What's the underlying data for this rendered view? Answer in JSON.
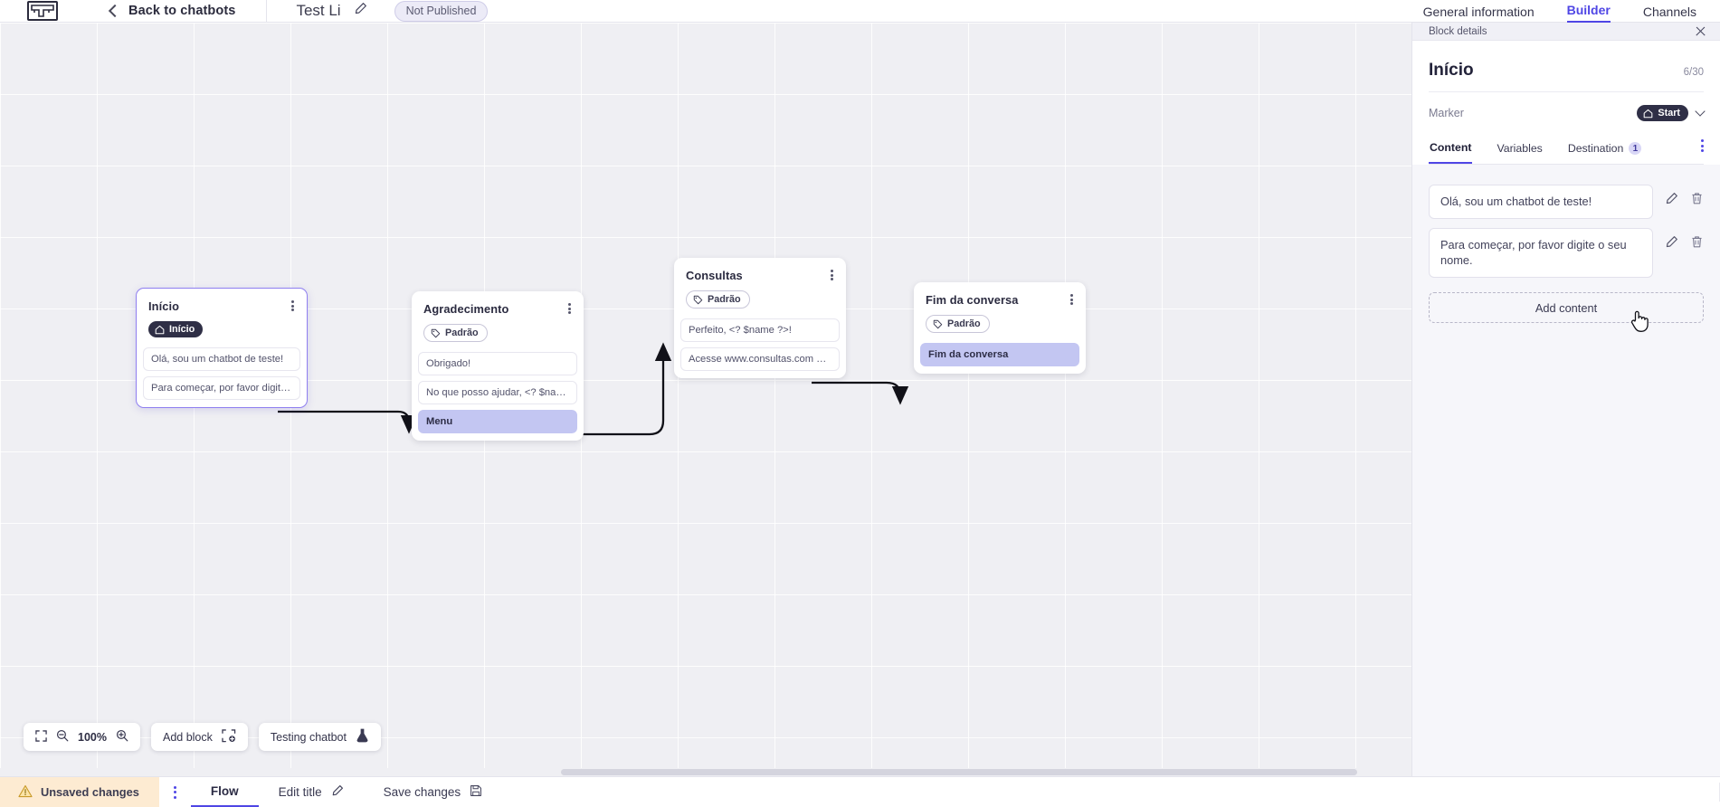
{
  "topbar": {
    "logo_icon": "chatbot-logo-icon",
    "back_icon": "chevron-left-icon",
    "back_label": "Back to chatbots",
    "bot_title": "Test Li",
    "edit_title_icon": "pencil-icon",
    "publish_status": "Not Published",
    "nav": [
      {
        "label": "General information",
        "active": false
      },
      {
        "label": "Builder",
        "active": true
      },
      {
        "label": "Channels",
        "active": false
      }
    ]
  },
  "canvas": {
    "zoom_label": "100%",
    "fit_icon": "fit-screen-icon",
    "zoom_out_icon": "zoom-out-icon",
    "zoom_in_icon": "zoom-in-icon",
    "add_block_label": "Add block",
    "add_block_icon": "add-block-icon",
    "testing_label": "Testing chatbot",
    "testing_icon": "flask-icon",
    "nodes": [
      {
        "id": "inicio",
        "title": "Início",
        "tag": "Início",
        "tag_type": "start",
        "tag_icon": "home-icon",
        "selected": true,
        "messages": [
          {
            "text": "Olá, sou um chatbot de teste!",
            "highlight": false
          },
          {
            "text": "Para começar, por favor digite o ...",
            "highlight": false
          }
        ]
      },
      {
        "id": "agradecimento",
        "title": "Agradecimento",
        "tag": "Padrão",
        "tag_type": "default",
        "tag_icon": "tag-icon",
        "selected": false,
        "messages": [
          {
            "text": "Obrigado!",
            "highlight": false
          },
          {
            "text": "No que posso ajudar, <? $name ...",
            "highlight": false
          },
          {
            "text": "Menu",
            "highlight": true
          }
        ]
      },
      {
        "id": "consultas",
        "title": "Consultas",
        "tag": "Padrão",
        "tag_type": "default",
        "tag_icon": "tag-icon",
        "selected": false,
        "messages": [
          {
            "text": "Perfeito, <? $name ?>!",
            "highlight": false
          },
          {
            "text": "Acesse www.consultas.com par...",
            "highlight": false
          }
        ]
      },
      {
        "id": "fim-da-conversa",
        "title": "Fim da conversa",
        "tag": "Padrão",
        "tag_type": "default",
        "tag_icon": "tag-icon",
        "selected": false,
        "messages": [
          {
            "text": "Fim da conversa",
            "highlight": true
          }
        ]
      }
    ]
  },
  "panel": {
    "header_title": "Block details",
    "close_icon": "close-icon",
    "block_title": "Início",
    "char_count": "6/30",
    "marker_label": "Marker",
    "marker_value": "Start",
    "marker_icon": "home-icon",
    "marker_chevron_icon": "chevron-down-icon",
    "tabs": [
      {
        "label": "Content",
        "active": true,
        "count": null
      },
      {
        "label": "Variables",
        "active": false,
        "count": null
      },
      {
        "label": "Destination",
        "active": false,
        "count": "1"
      }
    ],
    "more_icon": "kebab-menu-icon",
    "contents": [
      {
        "text": "Olá, sou um chatbot de teste!",
        "edit_icon": "pencil-icon",
        "delete_icon": "trash-icon"
      },
      {
        "text": "Para começar, por favor digite o seu nome.",
        "edit_icon": "pencil-icon",
        "delete_icon": "trash-icon"
      }
    ],
    "add_content_label": "Add content"
  },
  "statusbar": {
    "warning_icon": "warning-triangle-icon",
    "unsaved_label": "Unsaved changes",
    "kebab_icon": "kebab-menu-icon",
    "items": [
      {
        "label": "Flow",
        "active": true,
        "icon": null
      },
      {
        "label": "Edit title",
        "active": false,
        "icon": "pencil-icon"
      },
      {
        "label": "Save changes",
        "active": false,
        "icon": "save-disk-icon"
      }
    ]
  },
  "colors": {
    "accent": "#4f46e5",
    "highlight": "#c3c6f2",
    "warning_bg": "#fdebd2",
    "canvas_bg": "#efeff3"
  }
}
